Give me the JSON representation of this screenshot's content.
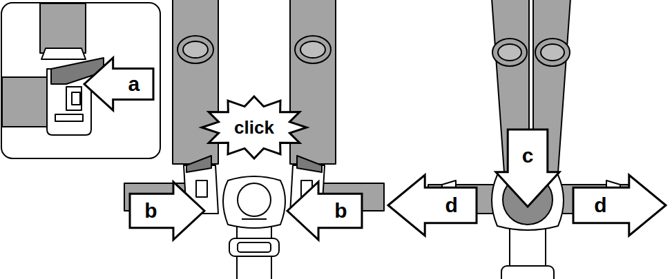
{
  "diagram": {
    "nodes": [
      {
        "text": [
          "a"
        ]
      },
      {
        "text": [
          "click"
        ]
      },
      {
        "text": [
          "b"
        ]
      },
      {
        "text": [
          "b"
        ]
      },
      {
        "text": [
          "c"
        ]
      },
      {
        "text": [
          "d"
        ]
      },
      {
        "text": [
          "d"
        ]
      }
    ]
  }
}
